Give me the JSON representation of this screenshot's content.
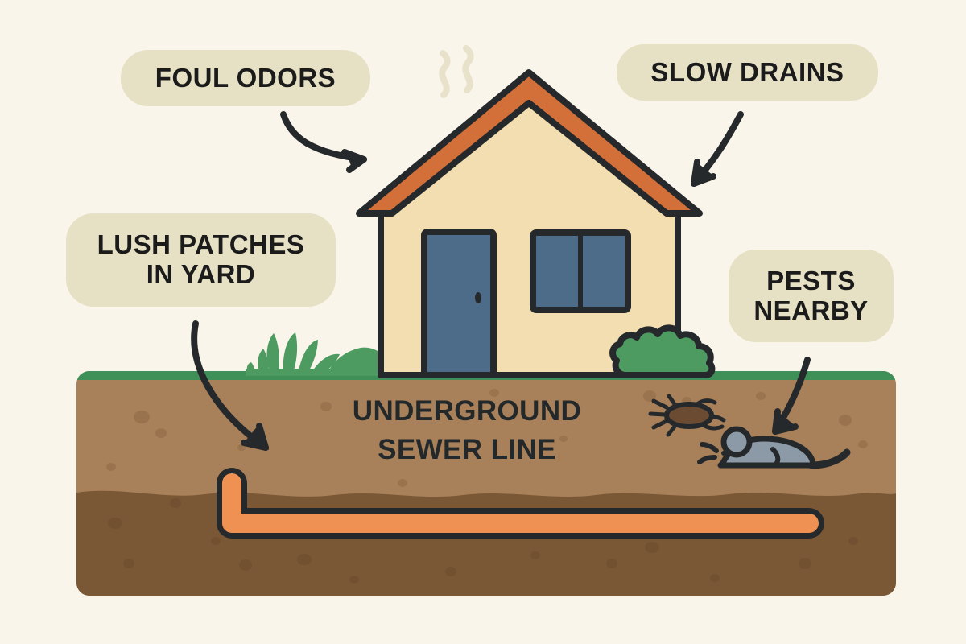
{
  "illustration": {
    "title_text_on_image": "UNDERGROUND SEWER LINE",
    "background_color": "#FAF5EA"
  },
  "callouts": [
    {
      "id": "foul-odors",
      "lines": [
        "FOUL ODORS"
      ],
      "bubble_color": "#E6E1C4",
      "text_color": "#1B1B1B"
    },
    {
      "id": "slow-drains",
      "lines": [
        "SLOW DRAINS"
      ],
      "bubble_color": "#E6E1C4",
      "text_color": "#1B1B1B"
    },
    {
      "id": "lush-patches",
      "lines": [
        "LUSH PATCHES",
        "IN YARD"
      ],
      "bubble_color": "#E6E1C4",
      "text_color": "#1B1B1B"
    },
    {
      "id": "pests-nearby",
      "lines": [
        "PESTS",
        "NEARBY"
      ],
      "bubble_color": "#E6E1C4",
      "text_color": "#1B1B1B"
    }
  ],
  "ground_label": {
    "line1": "UNDERGROUND",
    "line2": "SEWER LINE",
    "color": "#23292B"
  },
  "colors": {
    "background": "#FAF5EA",
    "bubble": "#E6E1C4",
    "outline": "#26292B",
    "roof": "#D3703A",
    "house_wall": "#F2DEB0",
    "door": "#4D6C8A",
    "window": "#4D6C8A",
    "grass_strip": "#3F8F58",
    "bush_green": "#4E9B62",
    "soil_top": "#A8805A",
    "soil_bottom": "#7A5735",
    "pipe": "#EE9153",
    "mouse": "#8C9AA8",
    "bug": "#6B4B32",
    "odor_wisp": "#E8E2CB"
  },
  "scene_objects": [
    {
      "name": "house",
      "label": "house with gabled roof"
    },
    {
      "name": "roof",
      "label": "orange gabled roof"
    },
    {
      "name": "door",
      "label": "blue-gray front door"
    },
    {
      "name": "window",
      "label": "blue-gray two-pane window"
    },
    {
      "name": "odor-wisps",
      "label": "two wavy odor wisps above roof"
    },
    {
      "name": "grass-tuft-left",
      "label": "green grass tuft left of house"
    },
    {
      "name": "bush-right",
      "label": "outlined green bush right of house"
    },
    {
      "name": "sewer-pipe",
      "label": "orange underground sewer pipe with elbow"
    },
    {
      "name": "mouse",
      "label": "gray mouse in soil"
    },
    {
      "name": "bug",
      "label": "brown bug in soil"
    },
    {
      "name": "arrow-foul-odors",
      "label": "curved arrow to roof"
    },
    {
      "name": "arrow-slow-drains",
      "label": "curved arrow to roof right"
    },
    {
      "name": "arrow-lush-patches",
      "label": "curved arrow to soil near pipe"
    },
    {
      "name": "arrow-pests-nearby",
      "label": "curved arrow to mouse"
    }
  ]
}
